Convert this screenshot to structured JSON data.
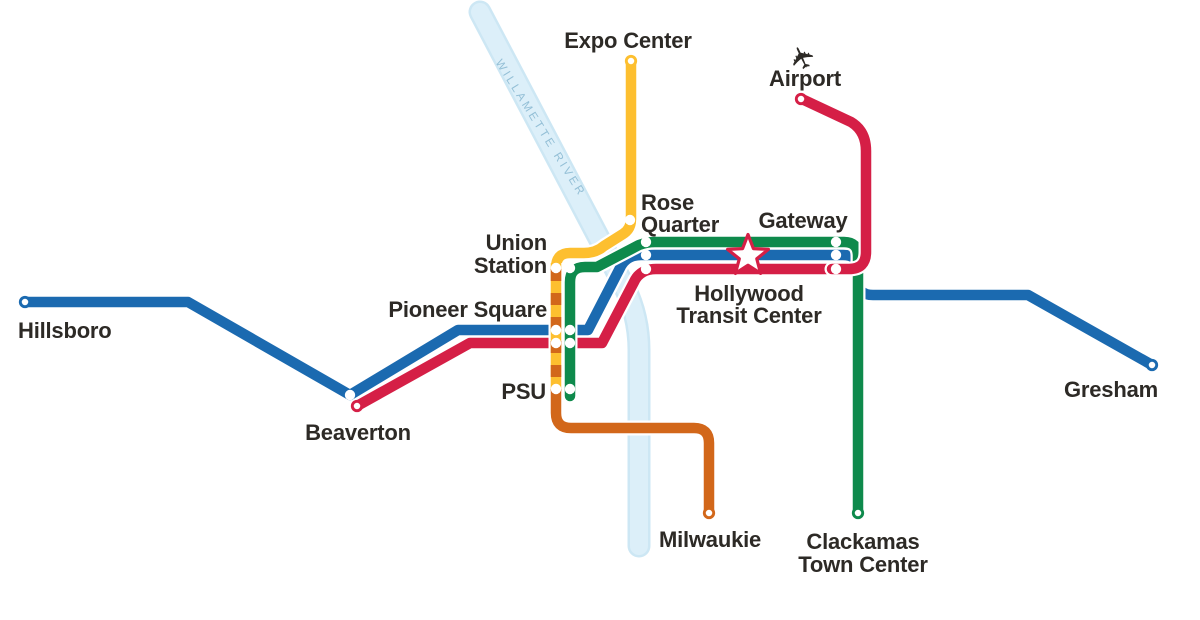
{
  "text_color": "#2d2a26",
  "river": {
    "label": "WILLAMETTE RIVER",
    "color": "#cde7f4",
    "inner_color": "#dceff9",
    "label_color": "#93bfd6"
  },
  "lines": {
    "blue": {
      "color": "#1b6ab0"
    },
    "red": {
      "color": "#d51f46"
    },
    "green": {
      "color": "#0e8a4c"
    },
    "yellow": {
      "color": "#fdbf2f"
    },
    "orange": {
      "color": "#d2671a"
    }
  },
  "icons": {
    "airplane": "✈"
  },
  "stations": {
    "hillsboro": {
      "label": "Hillsboro"
    },
    "beaverton": {
      "label": "Beaverton"
    },
    "pioneer_square": {
      "label": "Pioneer Square"
    },
    "union_station": {
      "label_line1": "Union",
      "label_line2": "Station"
    },
    "psu": {
      "label": "PSU"
    },
    "expo_center": {
      "label": "Expo Center"
    },
    "rose_quarter": {
      "label_line1": "Rose",
      "label_line2": "Quarter"
    },
    "gateway": {
      "label": "Gateway"
    },
    "airport": {
      "label": "Airport"
    },
    "hollywood": {
      "label_line1": "Hollywood",
      "label_line2": "Transit Center"
    },
    "gresham": {
      "label": "Gresham"
    },
    "milwaukie": {
      "label": "Milwaukie"
    },
    "clackamas": {
      "label_line1": "Clackamas",
      "label_line2": "Town Center"
    }
  }
}
